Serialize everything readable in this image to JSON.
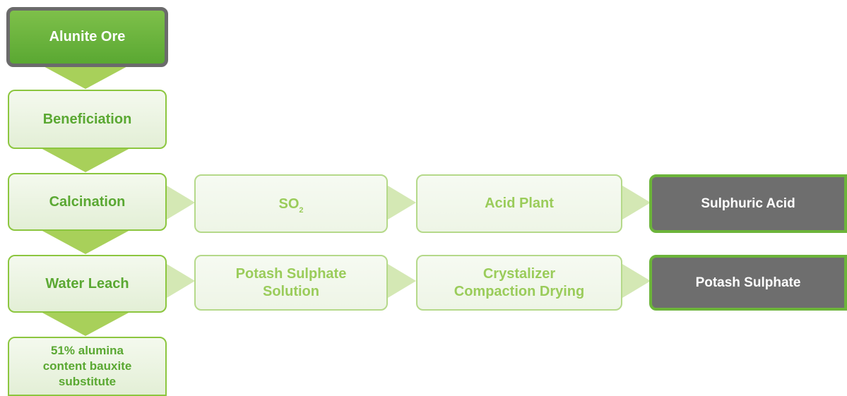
{
  "colors": {
    "arrow_down": "#a8d05a",
    "arrow_right": "#d4e8b4",
    "ore_fill": "#5aa832",
    "product_fill": "#6e6e6e"
  },
  "nodes": {
    "alunite_ore": "Alunite Ore",
    "beneficiation": "Beneficiation",
    "calcination": "Calcination",
    "water_leach": "Water Leach",
    "residue_line1": "51% alumina",
    "residue_line2": "content bauxite",
    "residue_line3": "substitute",
    "so2_base": "SO",
    "so2_sub": "2",
    "acid_plant": "Acid Plant",
    "sulphuric_acid": "Sulphuric Acid",
    "potash_solution_line1": "Potash Sulphate",
    "potash_solution_line2": "Solution",
    "crystalizer_line1": "Crystalizer",
    "crystalizer_line2": "Compaction Drying",
    "potash_sulphate": "Potash Sulphate"
  }
}
